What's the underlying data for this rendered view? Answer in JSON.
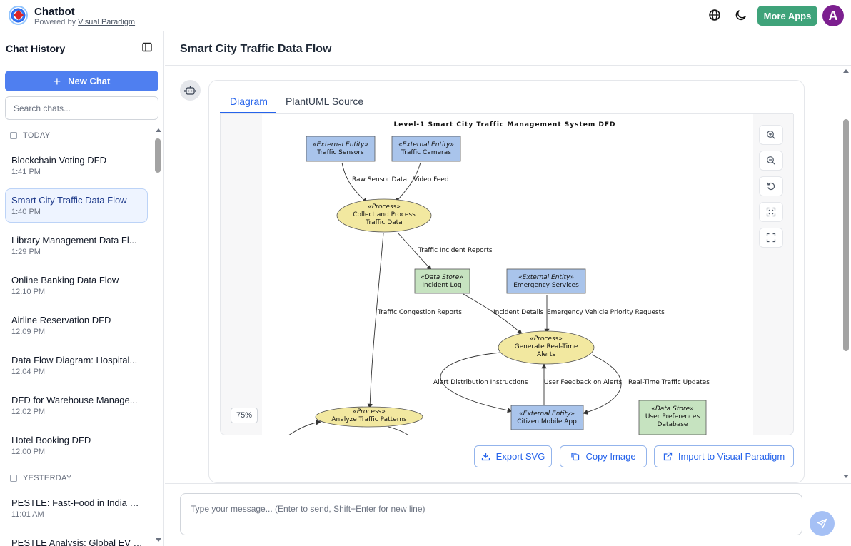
{
  "app": {
    "title": "Chatbot",
    "powered_by": "Powered by ",
    "powered_link": "Visual Paradigm",
    "more_apps": "More Apps",
    "avatar_letter": "A"
  },
  "sidebar": {
    "title": "Chat History",
    "new_chat": "New Chat",
    "search_placeholder": "Search chats...",
    "sections": [
      {
        "label": "TODAY"
      },
      {
        "label": "YESTERDAY"
      }
    ],
    "chats": [
      {
        "name": "Blockchain Voting DFD",
        "time": "1:41 PM"
      },
      {
        "name": "Smart City Traffic Data Flow",
        "time": "1:40 PM"
      },
      {
        "name": "Library Management Data Fl...",
        "time": "1:29 PM"
      },
      {
        "name": "Online Banking Data Flow",
        "time": "12:10 PM"
      },
      {
        "name": "Airline Reservation DFD",
        "time": "12:09 PM"
      },
      {
        "name": "Data Flow Diagram: Hospital...",
        "time": "12:04 PM"
      },
      {
        "name": "DFD for Warehouse Manage...",
        "time": "12:02 PM"
      },
      {
        "name": "Hotel Booking DFD",
        "time": "12:00 PM"
      },
      {
        "name": "PESTLE: Fast-Food in India – ...",
        "time": "11:01 AM"
      },
      {
        "name": "PESTLE Analysis: Global EV In...",
        "time": ""
      }
    ]
  },
  "main": {
    "title": "Smart City Traffic Data Flow",
    "tabs": [
      "Diagram",
      "PlantUML Source"
    ],
    "zoom": "75%",
    "actions": {
      "export_svg": "Export SVG",
      "copy_image": "Copy Image",
      "import_vp": "Import to Visual Paradigm"
    },
    "input_placeholder": "Type your message... (Enter to send, Shift+Enter for new line)"
  },
  "diagram": {
    "title": "Level-1 Smart City Traffic Management System DFD",
    "stereotypes": {
      "entity": "«External Entity»",
      "process": "«Process»",
      "store": "«Data Store»"
    },
    "nodes": {
      "traffic_sensors": "Traffic Sensors",
      "traffic_cameras": "Traffic Cameras",
      "collect_1": "Collect and Process",
      "collect_2": "Traffic Data",
      "incident_log": "Incident Log",
      "emergency": "Emergency Services",
      "alerts_1": "Generate Real-Time",
      "alerts_2": "Alerts",
      "analyze": "Analyze Traffic Patterns",
      "citizen_app": "Citizen Mobile App",
      "prefs_1": "User Preferences",
      "prefs_2": "Database"
    },
    "flows": {
      "raw_sensor": "Raw Sensor Data",
      "video_feed": "Video Feed",
      "incident_reports": "Traffic Incident Reports",
      "congestion": "Traffic Congestion Reports",
      "incident_details": "Incident Details",
      "priority": "Emergency Vehicle Priority Requests",
      "distribution": "Alert Distribution Instructions",
      "feedback": "User Feedback on Alerts",
      "updates": "Real-Time Traffic Updates"
    },
    "colors": {
      "entity_fill": "#a9c4eb",
      "process_fill": "#f2e8a0",
      "store_fill": "#c6e3c0"
    }
  }
}
